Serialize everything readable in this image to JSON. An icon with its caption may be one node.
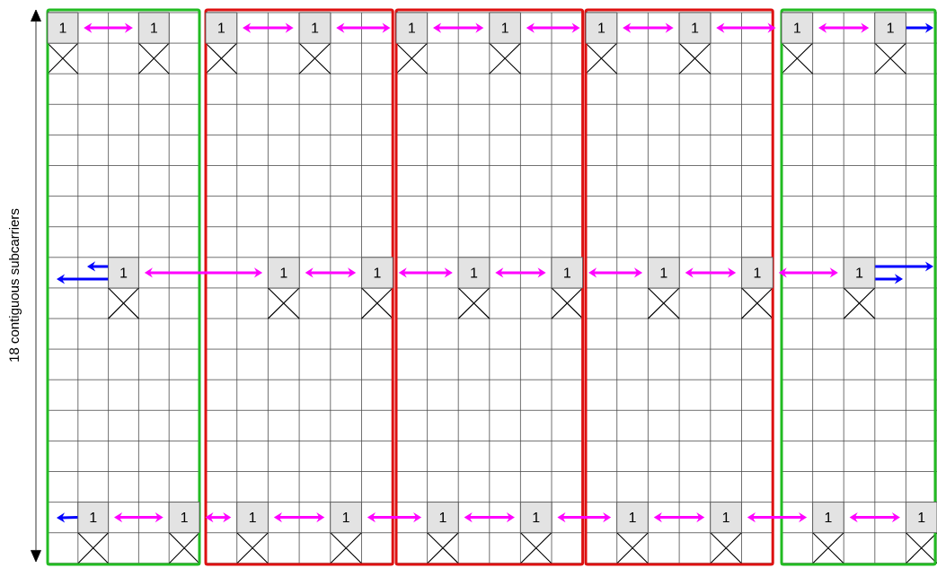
{
  "diagram": {
    "nodes": [
      {
        "text": [],
        "shape": "box"
      },
      {
        "text": [
          "1"
        ],
        "in": 0
      },
      {
        "text": [
          "1"
        ],
        "in": 0
      },
      {
        "text": [
          "1"
        ],
        "in": 0
      },
      {
        "text": [
          "1"
        ],
        "in": 0
      },
      {
        "text": [
          "1"
        ],
        "in": 0
      },
      {
        "text": [],
        "shape": "box"
      },
      {
        "text": [
          "1"
        ],
        "in": 6
      },
      {
        "text": [
          "1"
        ],
        "in": 6
      },
      {
        "text": [
          "1"
        ],
        "in": 6
      },
      {
        "text": [
          "1"
        ],
        "in": 6
      },
      {
        "text": [
          "1"
        ],
        "in": 6
      },
      {
        "text": [
          "1"
        ],
        "in": 6
      },
      {
        "text": [],
        "shape": "box"
      },
      {
        "text": [
          "1"
        ],
        "in": 13
      },
      {
        "text": [
          "1"
        ],
        "in": 13
      },
      {
        "text": [
          "1"
        ],
        "in": 13
      },
      {
        "text": [
          "1"
        ],
        "in": 13
      },
      {
        "text": [
          "1"
        ],
        "in": 13
      },
      {
        "text": [
          "1"
        ],
        "in": 13
      },
      {
        "text": [],
        "shape": "box"
      },
      {
        "text": [
          "1"
        ],
        "in": 20
      },
      {
        "text": [
          "1"
        ],
        "in": 20
      },
      {
        "text": [
          "1"
        ],
        "in": 20
      },
      {
        "text": [
          "1"
        ],
        "in": 20
      },
      {
        "text": [
          "1"
        ],
        "in": 20
      },
      {
        "text": [
          "1"
        ],
        "in": 20
      },
      {
        "text": [],
        "shape": "box"
      },
      {
        "text": [
          "1"
        ],
        "in": 27
      },
      {
        "text": [
          "1"
        ],
        "in": 27
      },
      {
        "text": [
          "1"
        ],
        "in": 27
      },
      {
        "text": [
          "1"
        ],
        "in": 27
      },
      {
        "text": [
          "1"
        ],
        "in": 27
      }
    ],
    "edges": [
      {
        "from": 1,
        "to": 2,
        "arrow": "both"
      },
      {
        "from": 7,
        "to": 8,
        "arrow": "both"
      },
      {
        "from": 8,
        "to": 14,
        "arrow": "both"
      },
      {
        "from": 14,
        "to": 15,
        "arrow": "both"
      },
      {
        "from": 15,
        "to": 21,
        "arrow": "both"
      },
      {
        "from": 21,
        "to": 22,
        "arrow": "both"
      },
      {
        "from": 22,
        "to": 28,
        "arrow": "both"
      },
      {
        "from": 28,
        "to": 29,
        "arrow": "both"
      },
      {
        "from": 29,
        "to": null,
        "arrow": "to",
        "color": "#0000ff"
      },
      {
        "from": 3,
        "to": null,
        "arrow": "to",
        "color": "#0000ff"
      },
      {
        "from": 3,
        "to": null,
        "arrow": "to",
        "color": "#0000ff"
      },
      {
        "from": 3,
        "to": 9,
        "arrow": "both"
      },
      {
        "from": 9,
        "to": 10,
        "arrow": "both"
      },
      {
        "from": 10,
        "to": 16,
        "arrow": "both"
      },
      {
        "from": 16,
        "to": 17,
        "arrow": "both"
      },
      {
        "from": 17,
        "to": 23,
        "arrow": "both"
      },
      {
        "from": 23,
        "to": 24,
        "arrow": "both"
      },
      {
        "from": 24,
        "to": 30,
        "arrow": "both"
      },
      {
        "from": 30,
        "to": null,
        "arrow": "to",
        "color": "#0000ff"
      },
      {
        "from": 30,
        "to": null,
        "arrow": "to",
        "color": "#0000ff"
      },
      {
        "from": 4,
        "to": null,
        "arrow": "to",
        "color": "#0000ff"
      },
      {
        "from": 4,
        "to": 5,
        "arrow": "both"
      },
      {
        "from": 5,
        "to": 11,
        "arrow": "both"
      },
      {
        "from": 11,
        "to": 12,
        "arrow": "both"
      },
      {
        "from": 12,
        "to": 18,
        "arrow": "both"
      },
      {
        "from": 18,
        "to": 19,
        "arrow": "both"
      },
      {
        "from": 19,
        "to": 25,
        "arrow": "both"
      },
      {
        "from": 25,
        "to": 26,
        "arrow": "both"
      },
      {
        "from": 26,
        "to": 31,
        "arrow": "both"
      },
      {
        "from": 31,
        "to": 32,
        "arrow": "both"
      }
    ],
    "labels": [
      "18 contiguous subcarriers"
    ]
  }
}
